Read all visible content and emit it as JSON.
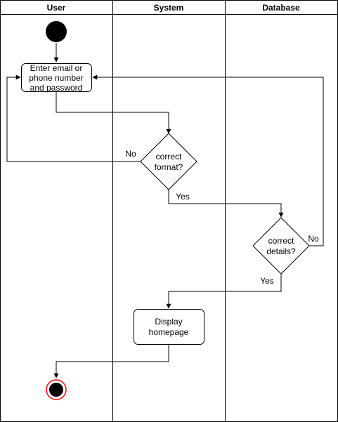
{
  "lanes": [
    {
      "title": "User"
    },
    {
      "title": "System"
    },
    {
      "title": "Database"
    }
  ],
  "nodes": {
    "start": {
      "kind": "initial"
    },
    "enter_credentials": {
      "lines": [
        "Enter email or",
        "phone number",
        "and password"
      ]
    },
    "format_check": {
      "lines": [
        "correct",
        "format?"
      ]
    },
    "details_check": {
      "lines": [
        "correct",
        "details?"
      ]
    },
    "display_homepage": {
      "lines": [
        "Display",
        "homepage"
      ]
    },
    "end": {
      "kind": "final",
      "ring_color": "#ff0000"
    }
  },
  "edges": {
    "format_no": "No",
    "format_yes": "Yes",
    "details_no": "No",
    "details_yes": "Yes"
  }
}
